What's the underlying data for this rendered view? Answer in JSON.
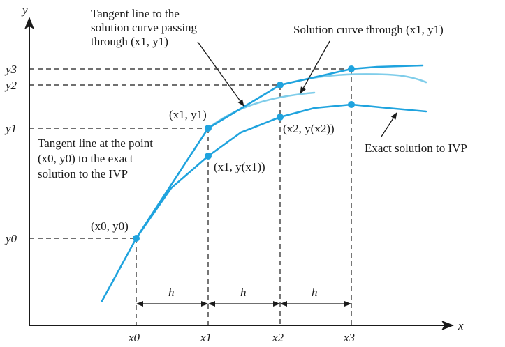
{
  "axes": {
    "x_label": "x",
    "y_label": "y",
    "x_ticks": [
      "x0",
      "x1",
      "x2",
      "x3"
    ],
    "y_ticks": [
      "y0",
      "y1",
      "y2",
      "y3"
    ]
  },
  "step_label": "h",
  "points": {
    "p0": "(x0, y0)",
    "p1": "(x1, y1)",
    "q1": "(x1, y(x1))",
    "q2": "(x2, y(x2))"
  },
  "annotations": {
    "tangent_line_to_solution": [
      "Tangent line to the",
      "solution curve passing",
      "through (x1, y1)"
    ],
    "solution_curve": "Solution curve through (x1, y1)",
    "tangent_at_point": [
      "Tangent line at the point",
      "(x0, y0) to the exact",
      "solution to the IVP"
    ],
    "exact_solution": "Exact solution to IVP"
  },
  "colors": {
    "curve": "#1fa3de",
    "curve_light": "#7fcdea",
    "ink": "#1a1a1a"
  }
}
